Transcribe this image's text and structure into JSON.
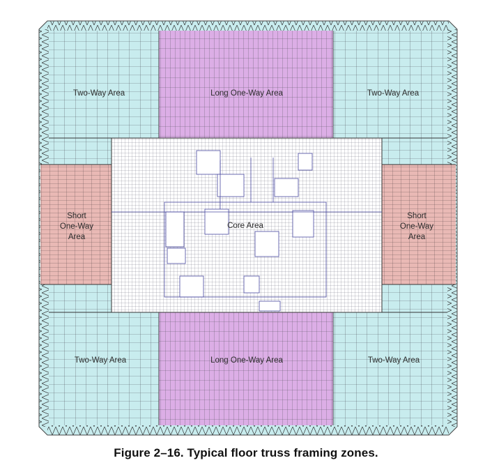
{
  "figure": {
    "caption": "Figure 2–16.  Typical floor truss framing zones."
  },
  "zones": {
    "two_way_top_left": "Two-Way Area",
    "long_one_way_top": "Long One-Way Area",
    "two_way_top_right": "Two-Way Area",
    "short_one_way_left": [
      "Short",
      "One-Way",
      "Area"
    ],
    "core": "Core Area",
    "short_one_way_right": [
      "Short",
      "One-Way",
      "Area"
    ],
    "two_way_bottom_left": "Two-Way Area",
    "long_one_way_bottom": "Long One-Way Area",
    "two_way_bottom_right": "Two-Way Area"
  },
  "colors": {
    "two_way_fill": "#c8ecee",
    "long_one_way_fill": "#dcaee6",
    "short_one_way_fill": "#e9b9b5",
    "core_fill": "#ffffff",
    "grid_line": "#4a4a58",
    "perimeter_truss": "#3a3a3a"
  }
}
